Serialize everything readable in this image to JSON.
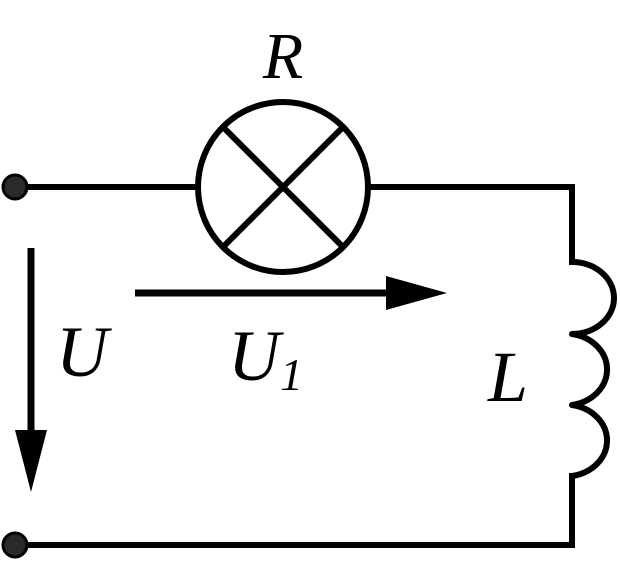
{
  "labels": {
    "resistor": "R",
    "total_voltage": "U",
    "voltage_r_main": "U",
    "voltage_r_sub": "1",
    "inductor": "L"
  }
}
